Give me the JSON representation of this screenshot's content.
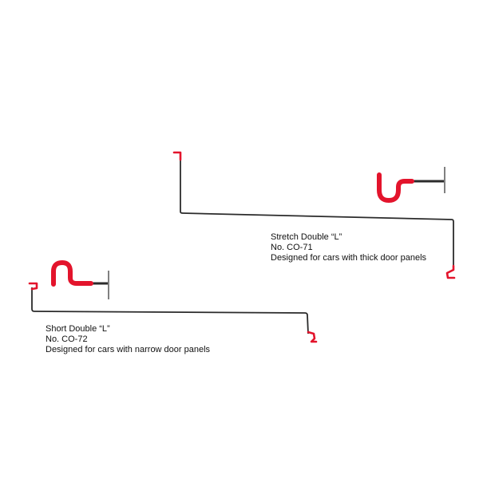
{
  "colors": {
    "rod": "#2b2b2b",
    "coating": "#e3142c",
    "background": "#ffffff"
  },
  "products": [
    {
      "name": "Stretch Double “L”",
      "number": "No. CO-71",
      "description": "Designed for cars with thick door panels"
    },
    {
      "name": "Short Double “L”",
      "number": "No. CO-72",
      "description": "Designed for cars with narrow door panels"
    }
  ]
}
